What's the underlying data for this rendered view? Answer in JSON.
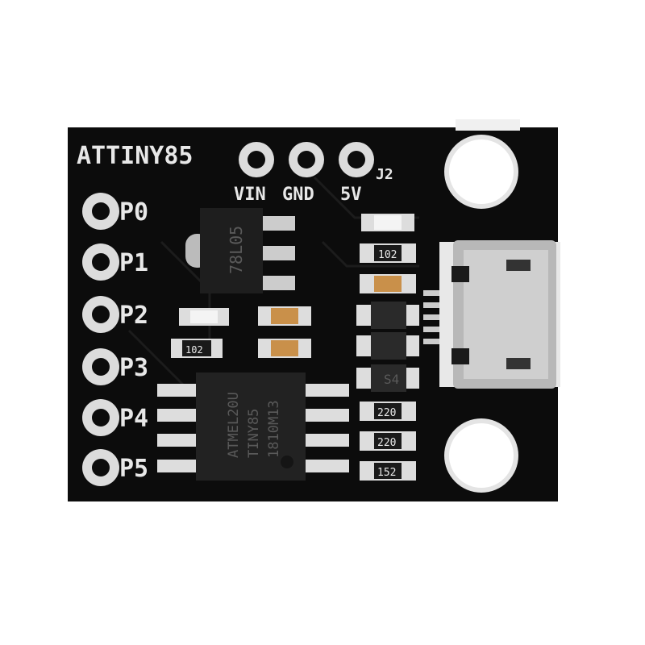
{
  "board": {
    "title": "ATTINY85",
    "connector_label": "J2",
    "power_pins": [
      "VIN",
      "GND",
      "5V"
    ],
    "io_pins": [
      "P0",
      "P1",
      "P2",
      "P3",
      "P4",
      "P5"
    ],
    "regulator_marking": "78L05",
    "mcu_marking": [
      "ATMEL20U",
      "TINY85",
      "1810M13"
    ],
    "resistor_markings": [
      "102",
      "102",
      "220",
      "220",
      "152"
    ],
    "diode_marking": "S4",
    "colors": {
      "pcb": "#0c0c0c",
      "silkscreen": "#e8e8e8",
      "pad": "#d8d8d8",
      "capacitor": "#c9904a",
      "background": "#ffffff"
    }
  }
}
